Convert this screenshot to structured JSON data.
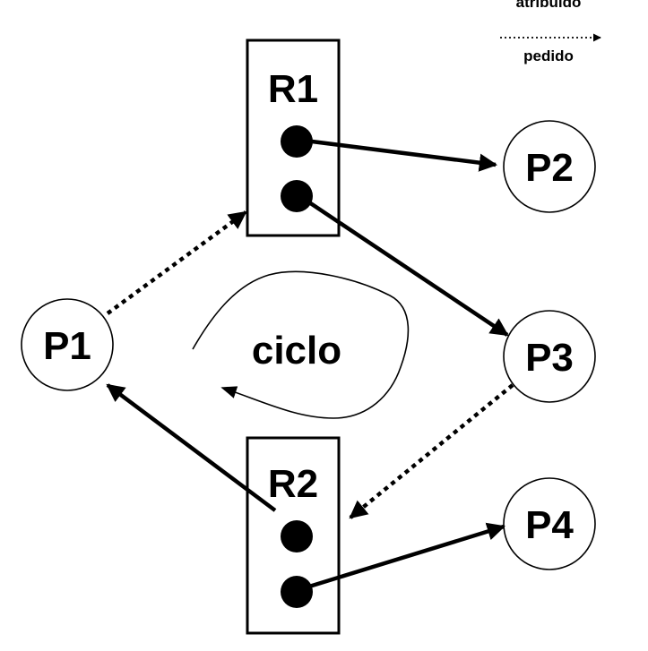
{
  "legend": {
    "assigned": "atribuído",
    "requested": "pedido"
  },
  "resources": {
    "r1": "R1",
    "r2": "R2"
  },
  "processes": {
    "p1": "P1",
    "p2": "P2",
    "p3": "P3",
    "p4": "P4"
  },
  "cycle_label": "ciclo"
}
